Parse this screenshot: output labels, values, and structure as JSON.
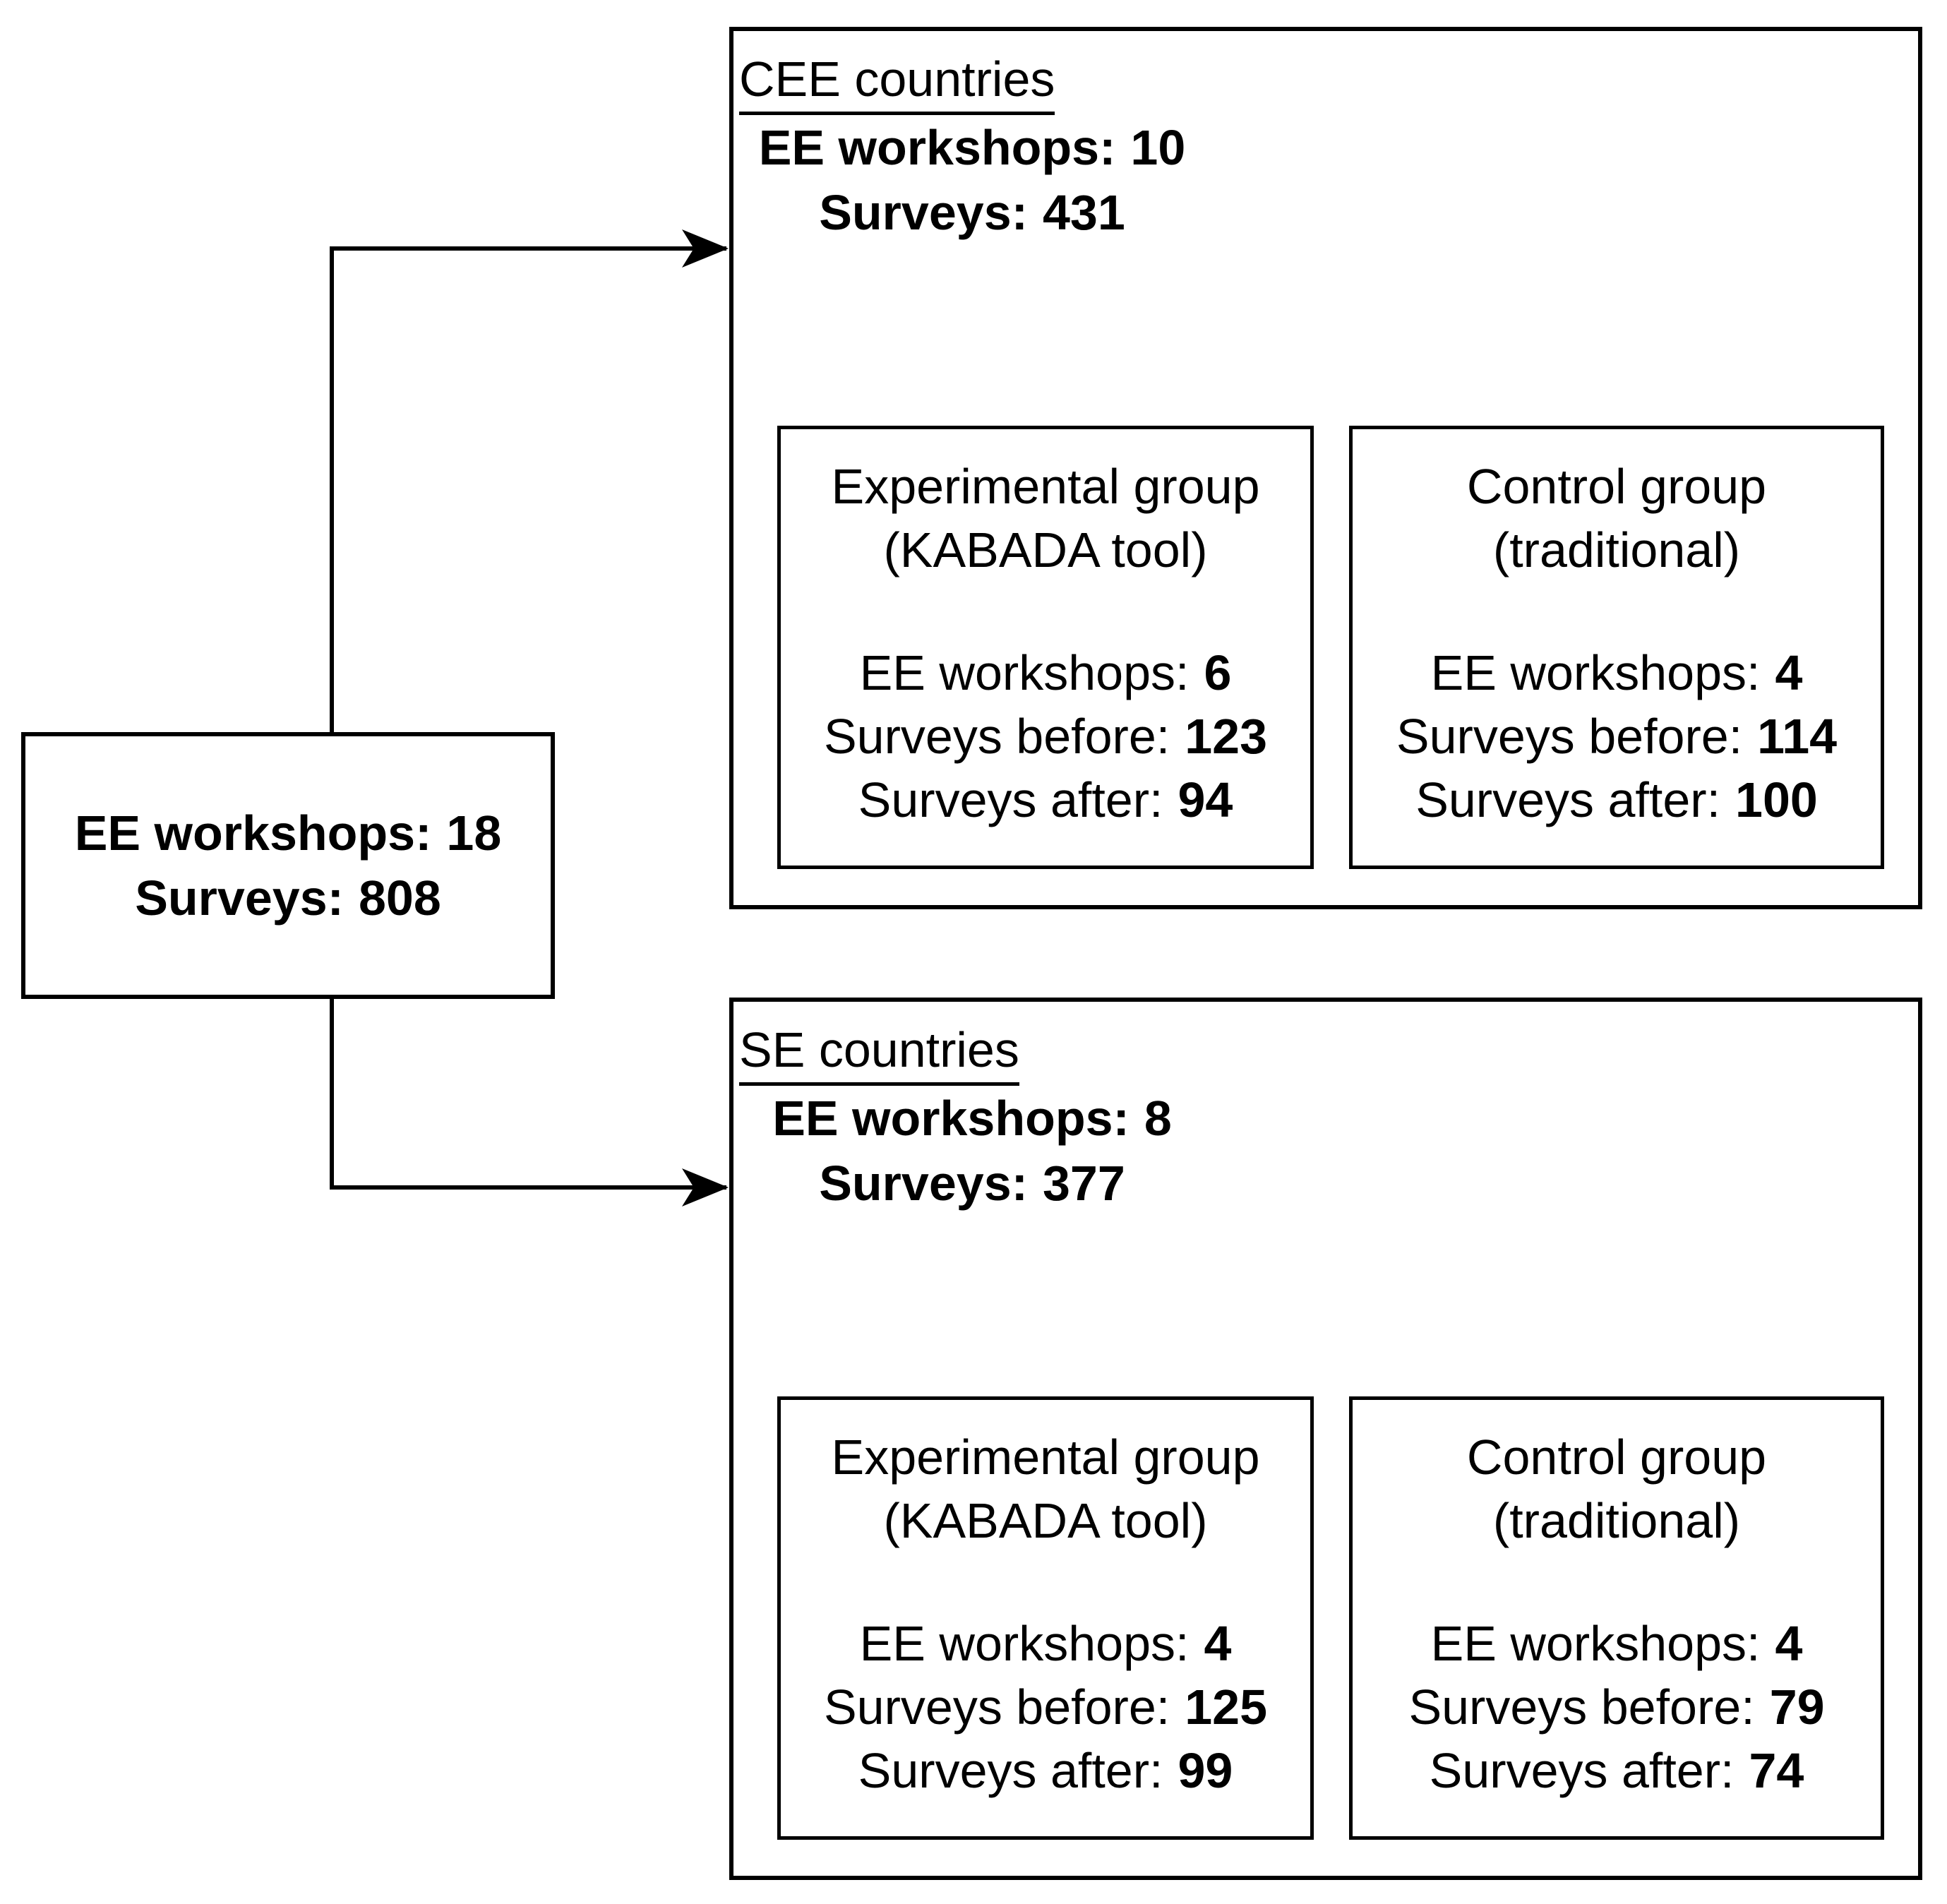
{
  "figure": {
    "total_box": {
      "lines": [
        {
          "label": "EE workshops:",
          "value": "18"
        },
        {
          "label": "Surveys:",
          "value": "808"
        }
      ]
    },
    "cee": {
      "title": "CEE countries",
      "summary": [
        {
          "label": "EE workshops:",
          "value": "10"
        },
        {
          "label": "Surveys:",
          "value": "431"
        }
      ],
      "experimental": {
        "title_line1": "Experimental group",
        "title_line2": "(KABADA tool)",
        "stats": [
          {
            "label": "EE workshops:",
            "value": "6"
          },
          {
            "label": "Surveys before:",
            "value": "123"
          },
          {
            "label": "Surveys after:",
            "value": "94"
          }
        ]
      },
      "control": {
        "title_line1": "Control group",
        "title_line2": "(traditional)",
        "stats": [
          {
            "label": "EE workshops:",
            "value": "4"
          },
          {
            "label": "Surveys before:",
            "value": "114"
          },
          {
            "label": "Surveys after:",
            "value": "100"
          }
        ]
      }
    },
    "se": {
      "title": "SE countries",
      "summary": [
        {
          "label": "EE workshops:",
          "value": "8"
        },
        {
          "label": "Surveys:",
          "value": "377"
        }
      ],
      "experimental": {
        "title_line1": "Experimental group",
        "title_line2": "(KABADA tool)",
        "stats": [
          {
            "label": "EE workshops:",
            "value": "4"
          },
          {
            "label": "Surveys before:",
            "value": "125"
          },
          {
            "label": "Surveys after:",
            "value": "99"
          }
        ]
      },
      "control": {
        "title_line1": "Control group",
        "title_line2": "(traditional)",
        "stats": [
          {
            "label": "EE workshops:",
            "value": "4"
          },
          {
            "label": "Surveys before:",
            "value": "79"
          },
          {
            "label": "Surveys after:",
            "value": "74"
          }
        ]
      }
    }
  }
}
